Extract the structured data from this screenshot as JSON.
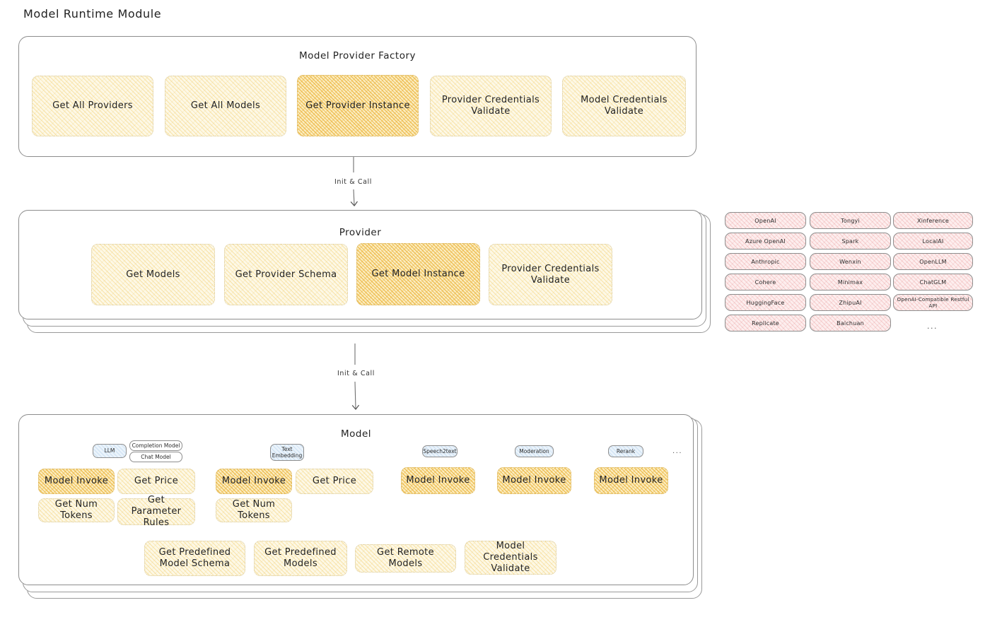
{
  "page": {
    "title": "Model Runtime Module"
  },
  "factory": {
    "title": "Model Provider Factory",
    "nodes": [
      {
        "label": "Get All Providers",
        "highlight": false
      },
      {
        "label": "Get All Models",
        "highlight": false
      },
      {
        "label": "Get Provider Instance",
        "highlight": true
      },
      {
        "label": "Provider Credentials Validate",
        "highlight": false
      },
      {
        "label": "Model Credentials Validate",
        "highlight": false
      }
    ]
  },
  "arrows": [
    {
      "label": "Init & Call"
    },
    {
      "label": "Init & Call"
    }
  ],
  "provider": {
    "title": "Provider",
    "nodes": [
      {
        "label": "Get Models",
        "highlight": false
      },
      {
        "label": "Get Provider Schema",
        "highlight": false
      },
      {
        "label": "Get Model Instance",
        "highlight": true
      },
      {
        "label": "Provider Credentials Validate",
        "highlight": false
      }
    ]
  },
  "provider_list": {
    "columns": [
      [
        "OpenAI",
        "Azure OpenAI",
        "Anthropic",
        "Cohere",
        "HuggingFace",
        "Replicate"
      ],
      [
        "Tongyi",
        "Spark",
        "Wenxin",
        "Minimax",
        "ZhipuAI",
        "Baichuan"
      ],
      [
        "Xinference",
        "LocalAI",
        "OpenLLM",
        "ChatGLM",
        "OpenAI-Compatible Restful API"
      ]
    ],
    "more": "..."
  },
  "model": {
    "title": "Model",
    "more": "...",
    "types": [
      {
        "badge": "LLM",
        "sub_badges": [
          "Completion Model",
          "Chat Model"
        ],
        "nodes": [
          {
            "label": "Model Invoke",
            "highlight": true
          },
          {
            "label": "Get Price",
            "highlight": false
          },
          {
            "label": "Get Num Tokens",
            "highlight": false
          },
          {
            "label": "Get Parameter Rules",
            "highlight": false
          }
        ]
      },
      {
        "badge": "Text Embedding",
        "sub_badges": [],
        "nodes": [
          {
            "label": "Model Invoke",
            "highlight": true
          },
          {
            "label": "Get Price",
            "highlight": false
          },
          {
            "label": "Get Num Tokens",
            "highlight": false
          }
        ]
      },
      {
        "badge": "Speech2text",
        "sub_badges": [],
        "nodes": [
          {
            "label": "Model Invoke",
            "highlight": true
          }
        ]
      },
      {
        "badge": "Moderation",
        "sub_badges": [],
        "nodes": [
          {
            "label": "Model Invoke",
            "highlight": true
          }
        ]
      },
      {
        "badge": "Rerank",
        "sub_badges": [],
        "nodes": [
          {
            "label": "Model Invoke",
            "highlight": true
          }
        ]
      }
    ],
    "shared_nodes": [
      {
        "label": "Get Predefined Model Schema"
      },
      {
        "label": "Get Predefined Models"
      },
      {
        "label": "Get Remote Models"
      },
      {
        "label": "Model Credentials Validate"
      }
    ]
  },
  "colors": {
    "highlight_fill": "#fbeec4",
    "light_fill": "#fdf8e6",
    "provider_chip": "#fdeeee",
    "model_type_chip": "#eaf3fb",
    "card_border": "#8d8d8d"
  }
}
